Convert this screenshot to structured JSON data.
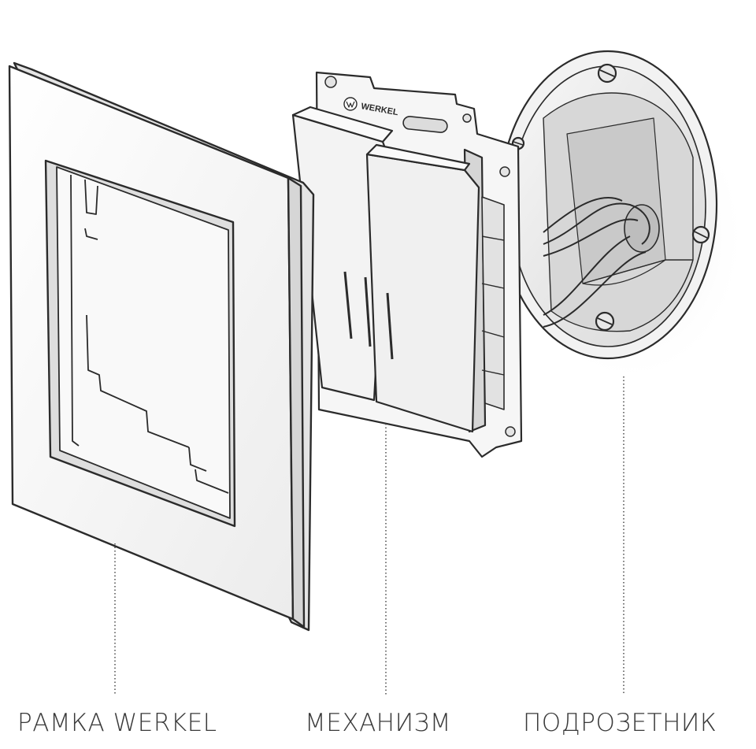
{
  "labels": {
    "frame": "РАМКА WERKEL",
    "mechanism": "МЕХАНИЗМ",
    "box": "ПОДРОЗЕТНИК"
  },
  "brand_mark": "WERKEL",
  "colors": {
    "line": "#2b2b2b",
    "body": "#f4f4f4",
    "shade": "#d9d9d9",
    "dark_shade": "#bdbdbd",
    "text": "#3a3a3a"
  },
  "icons": [
    "werkel-logo-icon",
    "screw-icon"
  ]
}
